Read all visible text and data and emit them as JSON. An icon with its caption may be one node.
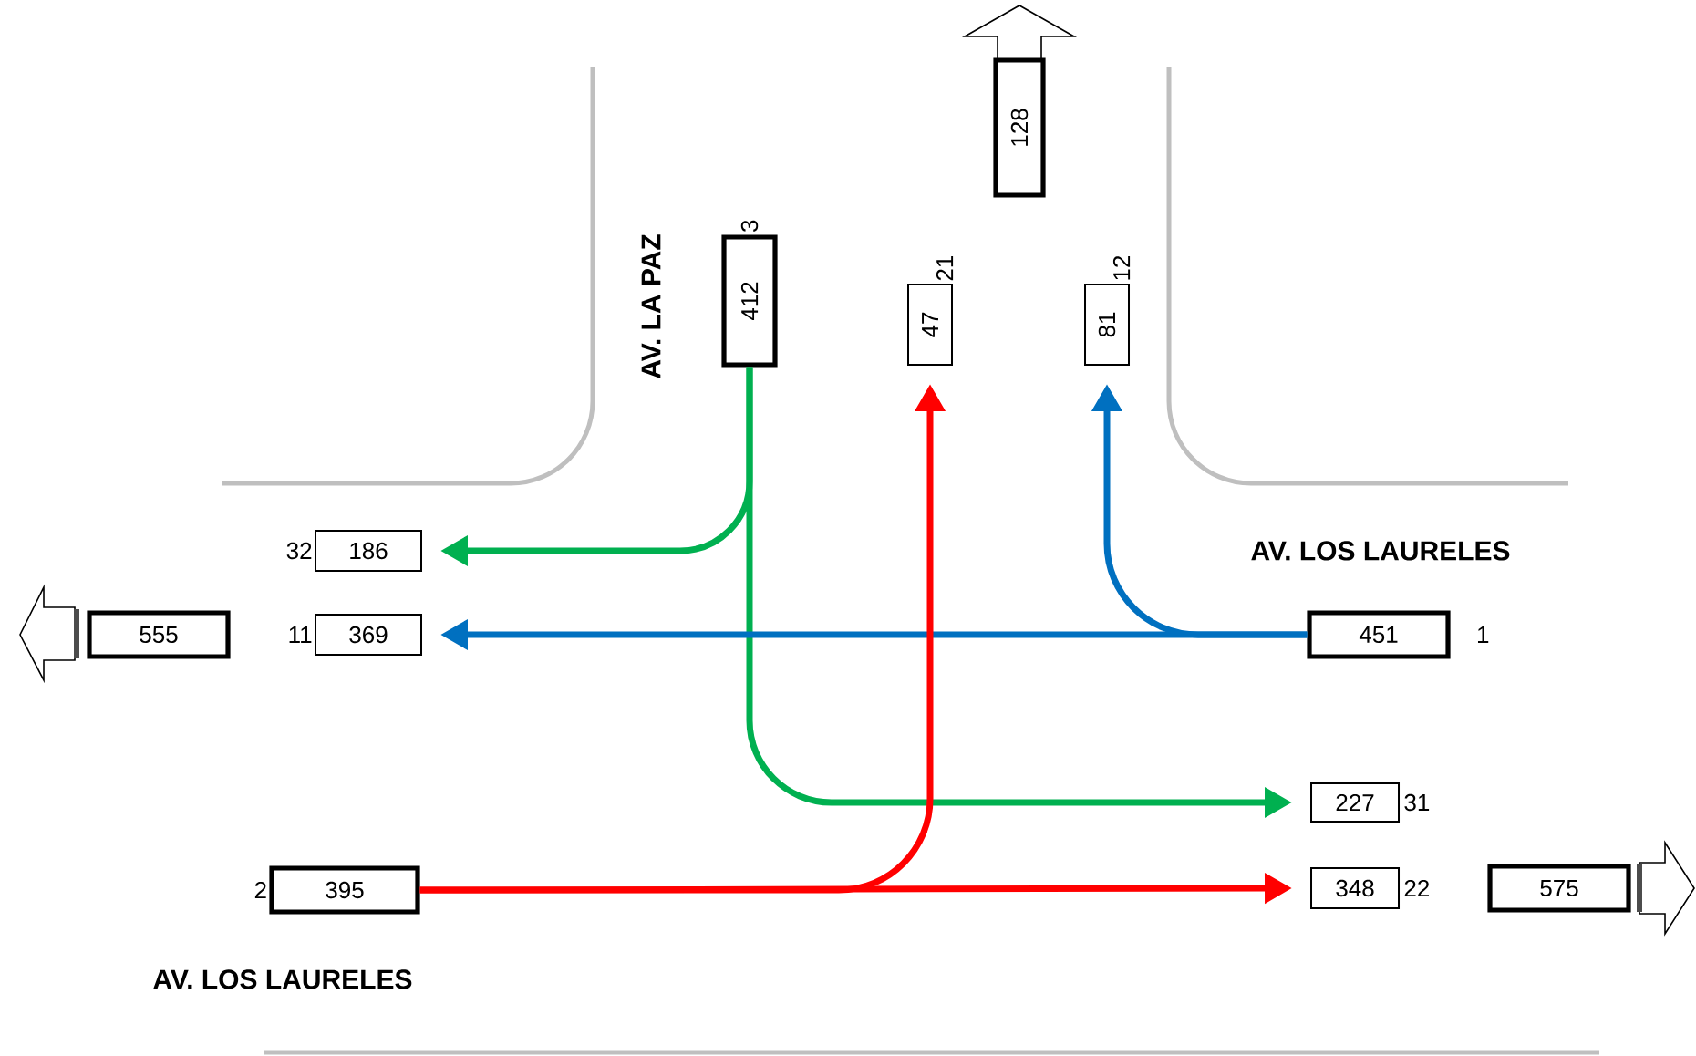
{
  "diagram": {
    "nodes": [
      {
        "text": [
          "128"
        ]
      },
      {
        "text": [
          "412"
        ],
        "beside": [
          "3"
        ]
      },
      {
        "text": [
          "47"
        ],
        "beside": [
          "21"
        ]
      },
      {
        "text": [
          "81"
        ],
        "beside": [
          "12"
        ]
      },
      {
        "text": [
          "186"
        ],
        "beside": [
          "32"
        ]
      },
      {
        "text": [
          "555"
        ]
      },
      {
        "text": [
          "369"
        ],
        "beside": [
          "11"
        ]
      },
      {
        "text": [
          "451"
        ],
        "beside": [
          "1"
        ]
      },
      {
        "text": [
          "227"
        ],
        "beside": [
          "31"
        ]
      },
      {
        "text": [
          "395"
        ],
        "beside": [
          "2"
        ]
      },
      {
        "text": [
          "348"
        ],
        "beside": [
          "22"
        ]
      },
      {
        "text": [
          "575"
        ]
      }
    ],
    "edges": [
      {
        "from": 1,
        "to": 4,
        "arrow": "to",
        "color": "#00b050"
      },
      {
        "from": 1,
        "to": 8,
        "arrow": "to",
        "color": "#00b050"
      },
      {
        "from": 7,
        "to": 6,
        "arrow": "to",
        "color": "#0070c0"
      },
      {
        "from": 7,
        "to": 3,
        "arrow": "to",
        "color": "#0070c0"
      },
      {
        "from": 9,
        "to": 10,
        "arrow": "to",
        "color": "#ff0000"
      },
      {
        "from": 9,
        "to": 2,
        "arrow": "to",
        "color": "#ff0000"
      }
    ],
    "labels": [
      "AV. LA PAZ",
      "AV. LOS LAURELES",
      "AV. LOS LAURELES"
    ]
  }
}
